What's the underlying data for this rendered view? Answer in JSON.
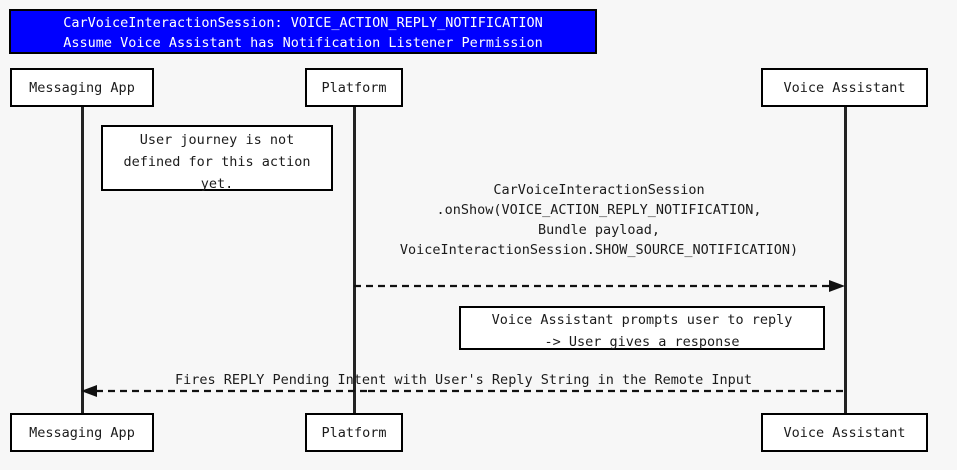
{
  "diagram": {
    "kind": "sequence-diagram",
    "background_color": "#f7f7f7",
    "line_color": "#222222",
    "text_color": "#1b1b1b"
  },
  "title": {
    "background_color": "#0000ff",
    "text_color": "#ffffff",
    "line1": "CarVoiceInteractionSession: VOICE_ACTION_REPLY_NOTIFICATION",
    "line2": "Assume Voice Assistant has Notification Listener Permission"
  },
  "participants": [
    {
      "id": "messaging-app",
      "label": "Messaging App"
    },
    {
      "id": "platform",
      "label": "Platform"
    },
    {
      "id": "voice-assistant",
      "label": "Voice Assistant"
    }
  ],
  "notes": [
    {
      "id": "user-journey-note",
      "anchor": "messaging-app",
      "line1": "User journey is not",
      "line2": "defined for this action",
      "line3": "yet."
    },
    {
      "id": "voice-prompt-note",
      "anchor": "voice-assistant",
      "line1": "Voice Assistant prompts user to reply",
      "line2": "-> User gives a response"
    }
  ],
  "messages": [
    {
      "id": "onshow-message",
      "from": "platform",
      "to": "voice-assistant",
      "direction": "right",
      "style": "dashed",
      "arrowhead": "solid",
      "line1": "CarVoiceInteractionSession",
      "line2": ".onShow(VOICE_ACTION_REPLY_NOTIFICATION,",
      "line3": "Bundle payload,",
      "line4": "VoiceInteractionSession.SHOW_SOURCE_NOTIFICATION)"
    },
    {
      "id": "reply-pending-intent-message",
      "from": "voice-assistant",
      "to": "messaging-app",
      "direction": "left",
      "style": "dashed",
      "arrowhead": "solid",
      "line1": "Fires REPLY Pending Intent with User's Reply String in the Remote Input"
    }
  ]
}
